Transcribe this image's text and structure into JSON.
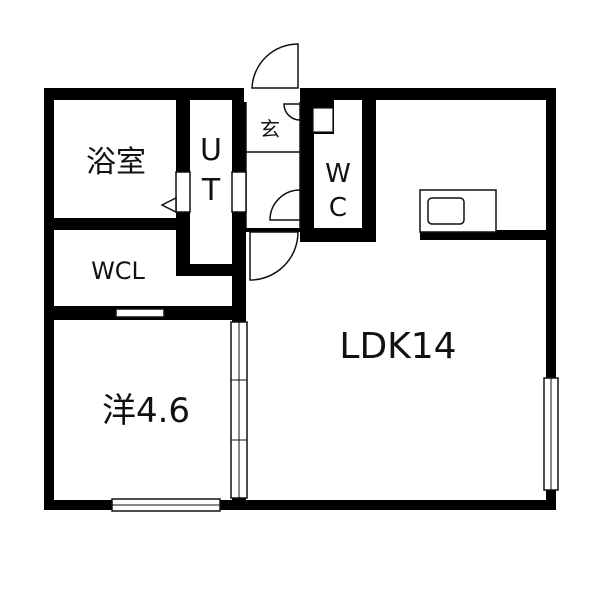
{
  "rooms": {
    "bath": "浴室",
    "utility": "U T",
    "utility_line1": "U",
    "utility_line2": "T",
    "entrance": "玄",
    "toilet_line1": "W",
    "toilet_line2": "C",
    "walk_in_closet": "WCL",
    "western_room": "洋4.6",
    "ldk": "LDK14"
  },
  "colors": {
    "wall": "#000000",
    "background": "#ffffff",
    "line": "#111111"
  }
}
